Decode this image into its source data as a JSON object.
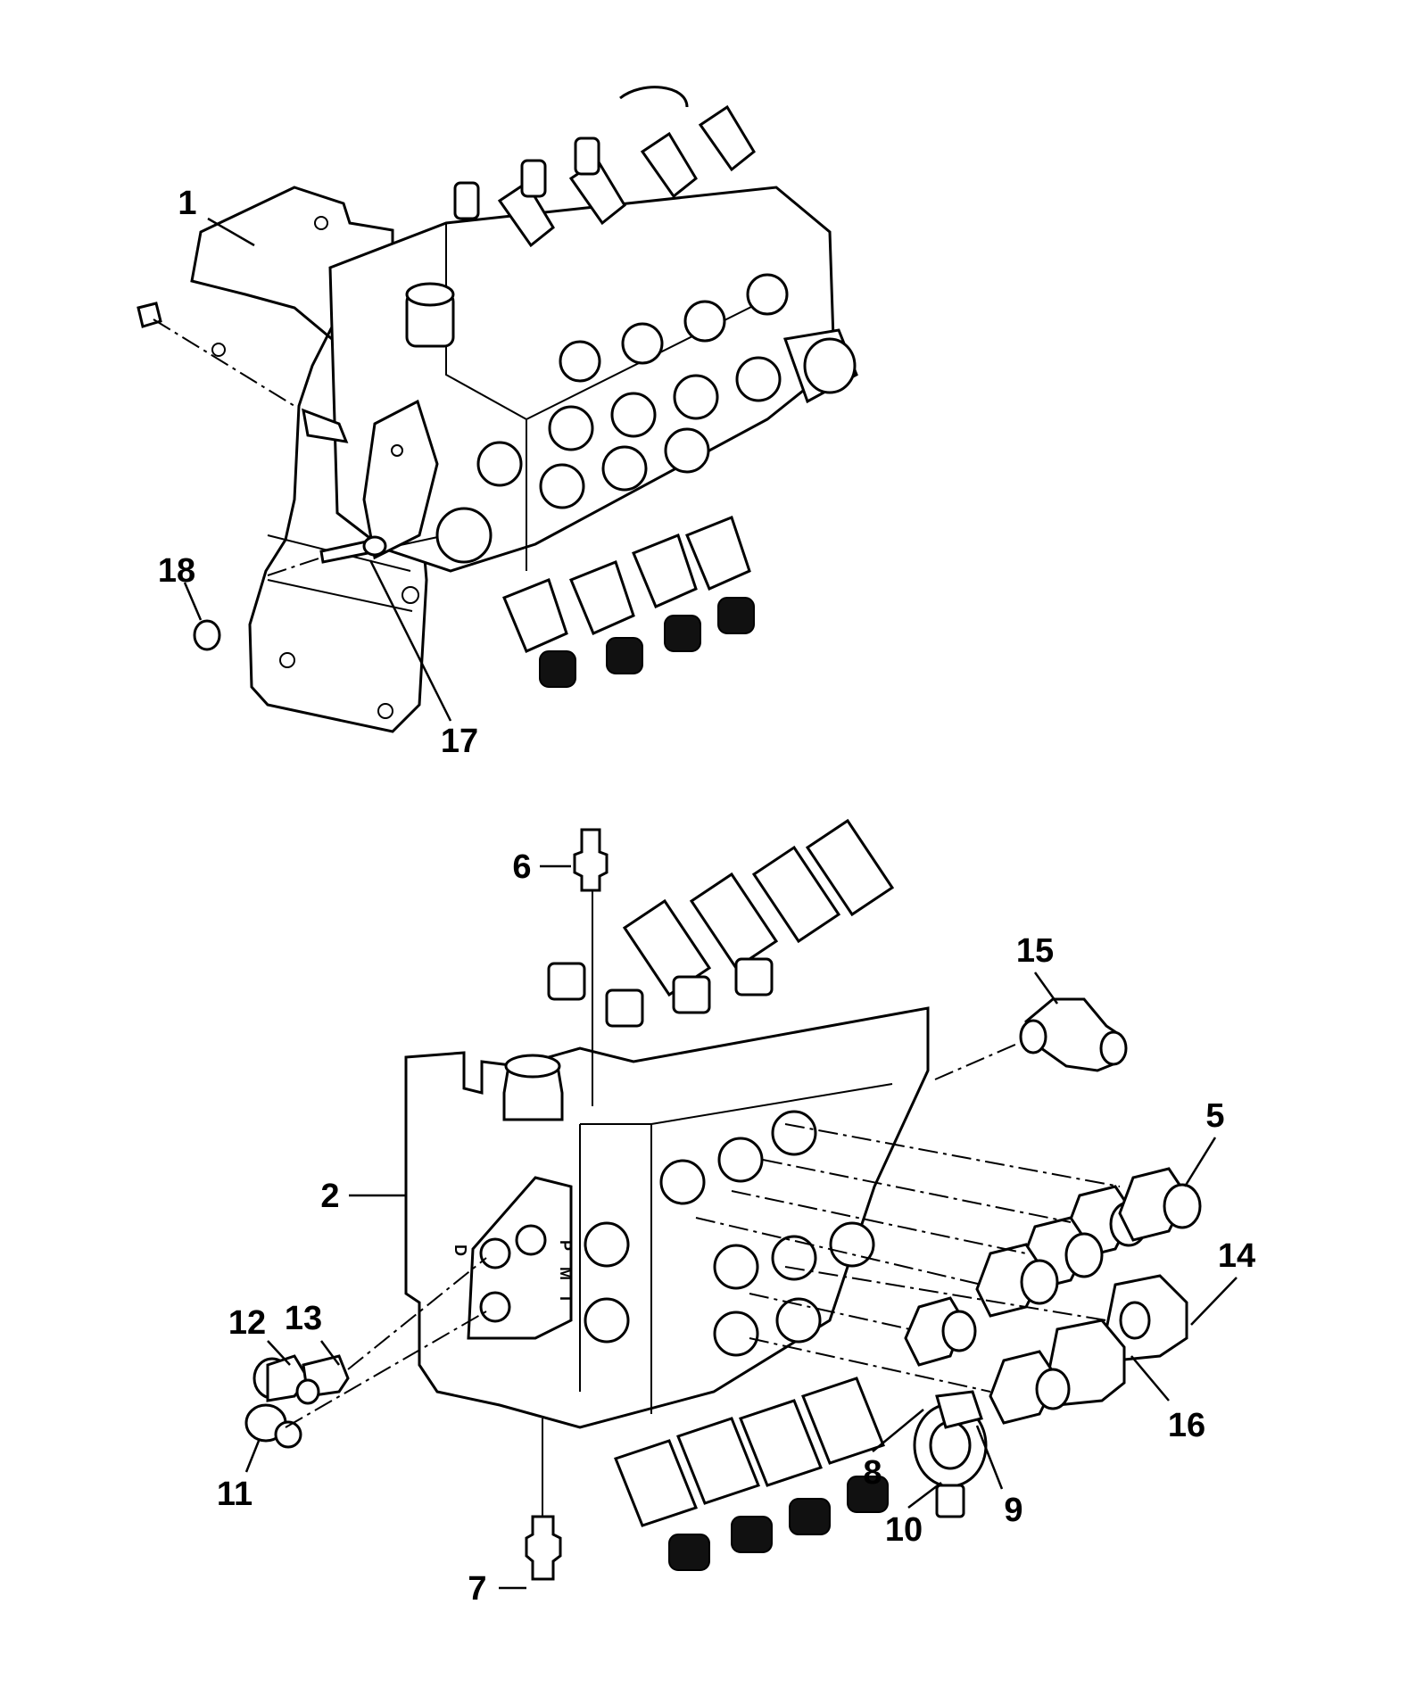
{
  "callouts": [
    {
      "id": "1",
      "label": "1"
    },
    {
      "id": "2",
      "label": "2"
    },
    {
      "id": "5",
      "label": "5"
    },
    {
      "id": "6",
      "label": "6"
    },
    {
      "id": "7",
      "label": "7"
    },
    {
      "id": "8",
      "label": "8"
    },
    {
      "id": "9",
      "label": "9"
    },
    {
      "id": "10",
      "label": "10"
    },
    {
      "id": "11",
      "label": "11"
    },
    {
      "id": "12",
      "label": "12"
    },
    {
      "id": "13",
      "label": "13"
    },
    {
      "id": "14",
      "label": "14"
    },
    {
      "id": "15",
      "label": "15"
    },
    {
      "id": "16",
      "label": "16"
    },
    {
      "id": "17",
      "label": "17"
    },
    {
      "id": "18",
      "label": "18"
    }
  ],
  "port_markings": [
    "D",
    "P",
    "M",
    "T"
  ]
}
